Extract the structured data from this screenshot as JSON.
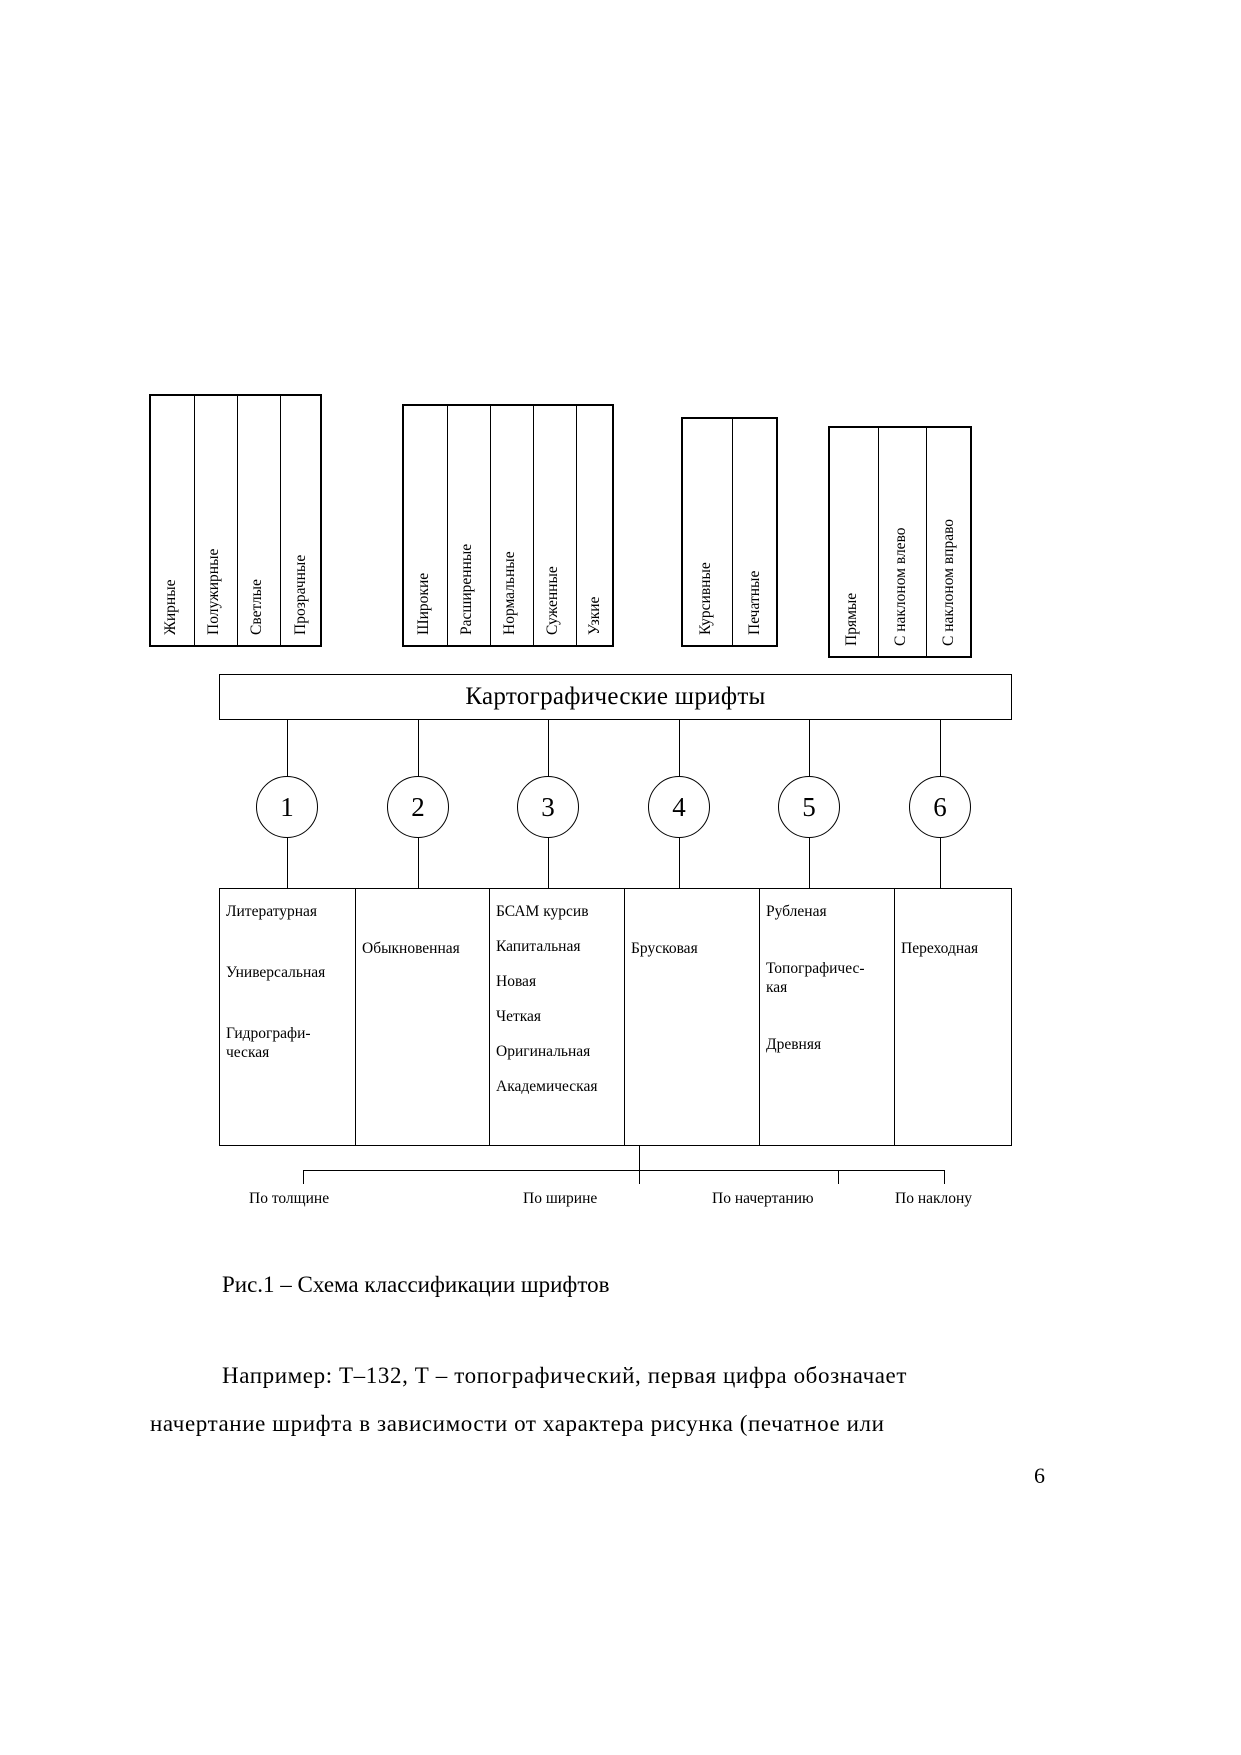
{
  "document": {
    "page_number": "6",
    "figure_caption": "Рис.1 – Схема классификации шрифтов",
    "paragraph_lines": [
      "Например: Т–132, Т – топографический, первая цифра обозначает",
      "начертание шрифта в зависимости от характера рисунка (печатное или"
    ]
  },
  "diagram": {
    "main_title": "Картографические шрифты",
    "attribute_groups": [
      {
        "name": "thickness",
        "labels": [
          "Жирные",
          "Полужирные",
          "Светлые",
          "Прозрачные"
        ]
      },
      {
        "name": "width",
        "labels": [
          "Широкие",
          "Расширенные",
          "Нормальные",
          "Суженные",
          "Узкие"
        ]
      },
      {
        "name": "style",
        "labels": [
          "Курсивные",
          "Печатные"
        ]
      },
      {
        "name": "slant",
        "labels": [
          "Прямые",
          "С наклоном влево",
          "С наклоном вправо"
        ]
      }
    ],
    "numbers": [
      "1",
      "2",
      "3",
      "4",
      "5",
      "6"
    ],
    "font_columns": [
      {
        "number": "1",
        "items": [
          "Литературная",
          "Универсальная",
          "Гидрографи-\nческая"
        ]
      },
      {
        "number": "2",
        "items": [
          "Обыкновенная"
        ]
      },
      {
        "number": "3",
        "items": [
          "БСАМ курсив",
          "Капитальная",
          "Новая",
          "Четкая",
          "Оригинальная",
          "Академическая"
        ]
      },
      {
        "number": "4",
        "items": [
          "Брусковая"
        ]
      },
      {
        "number": "5",
        "items": [
          "Рубленая",
          "Топографичес-\nкая",
          "Древняя"
        ]
      },
      {
        "number": "6",
        "items": [
          "Переходная"
        ]
      }
    ],
    "bottom_labels": [
      "По толщине",
      "По ширине",
      "По начертанию",
      "По наклону"
    ]
  },
  "colors": {
    "ink": "#000000",
    "paper": "#ffffff"
  }
}
